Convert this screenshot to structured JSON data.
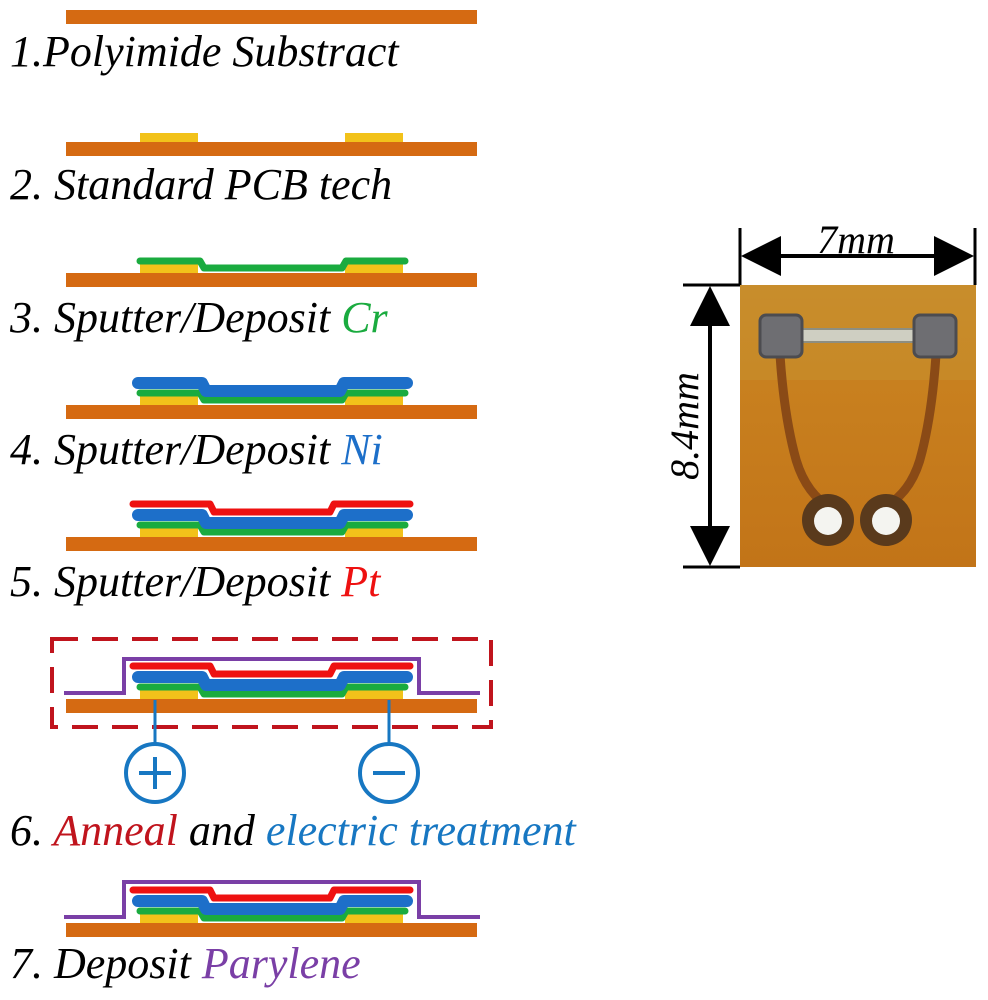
{
  "colors": {
    "substrate": "#d56a12",
    "copper": "#f2c21a",
    "cr": "#1aab3f",
    "ni": "#1d6fc9",
    "pt": "#ee1111",
    "parylene": "#7a3fa6",
    "anneal": "#c0141d",
    "electric": "#1777c2",
    "black": "#000000"
  },
  "steps": [
    {
      "id": "s1",
      "parts": [
        {
          "text": "1.Polyimide Substract",
          "color": "black"
        }
      ]
    },
    {
      "id": "s2",
      "parts": [
        {
          "text": "2. Standard PCB tech",
          "color": "black"
        }
      ]
    },
    {
      "id": "s3",
      "parts": [
        {
          "text": "3. Sputter/Deposit ",
          "color": "black"
        },
        {
          "text": "Cr",
          "color": "cr"
        }
      ]
    },
    {
      "id": "s4",
      "parts": [
        {
          "text": "4. Sputter/Deposit ",
          "color": "black"
        },
        {
          "text": "Ni",
          "color": "ni"
        }
      ]
    },
    {
      "id": "s5",
      "parts": [
        {
          "text": "5. Sputter/Deposit ",
          "color": "black"
        },
        {
          "text": "Pt",
          "color": "pt"
        }
      ]
    },
    {
      "id": "s6",
      "parts": [
        {
          "text": "6. ",
          "color": "black"
        },
        {
          "text": "Anneal",
          "color": "anneal"
        },
        {
          "text": " and ",
          "color": "black"
        },
        {
          "text": "electric treatment",
          "color": "electric"
        }
      ]
    },
    {
      "id": "s7",
      "parts": [
        {
          "text": "7. Deposit ",
          "color": "black"
        },
        {
          "text": "Parylene",
          "color": "parylene"
        }
      ]
    }
  ],
  "device": {
    "width_label": "7mm",
    "height_label": "8.4mm"
  }
}
